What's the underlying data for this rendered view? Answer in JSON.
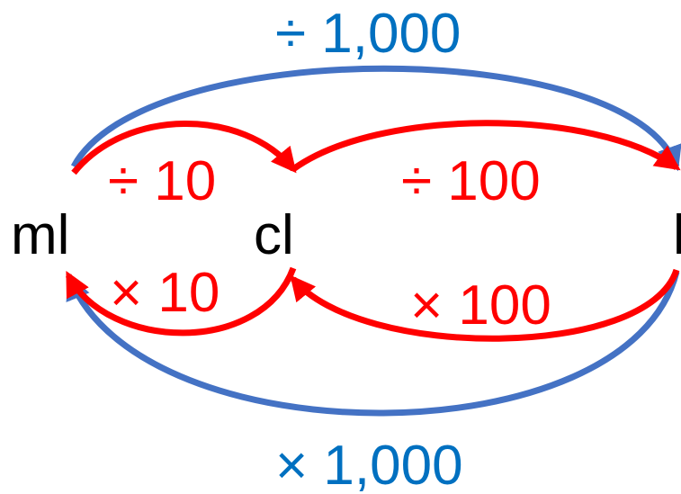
{
  "units": {
    "ml": "ml",
    "cl": "cl",
    "l": "l"
  },
  "operations": {
    "ml_to_cl": "÷ 10",
    "cl_to_ml": "× 10",
    "cl_to_l": "÷ 100",
    "l_to_cl": "× 100",
    "ml_to_l": "÷ 1,000",
    "l_to_ml": "× 1,000"
  },
  "colors": {
    "red_arrows": "#ff0000",
    "blue_arrows": "#4472c4",
    "blue_text": "#0070c0",
    "unit_text": "#000000"
  }
}
